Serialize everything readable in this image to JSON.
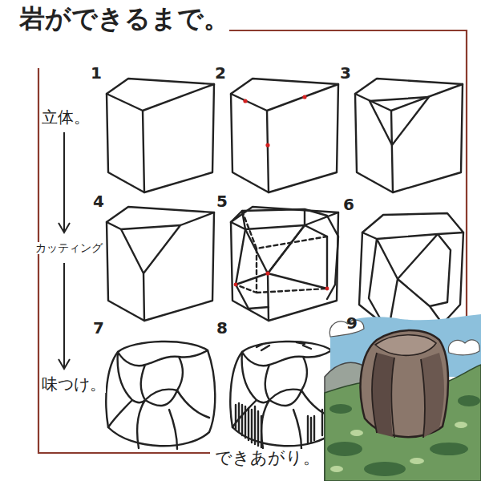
{
  "diagram": {
    "title": "岩ができるまで。",
    "caption": "できあがり。",
    "labels": [
      "1",
      "2",
      "3",
      "立体。",
      "4",
      "5",
      "6",
      "カッティング",
      "7",
      "8",
      "9",
      "味つけ。"
    ]
  }
}
